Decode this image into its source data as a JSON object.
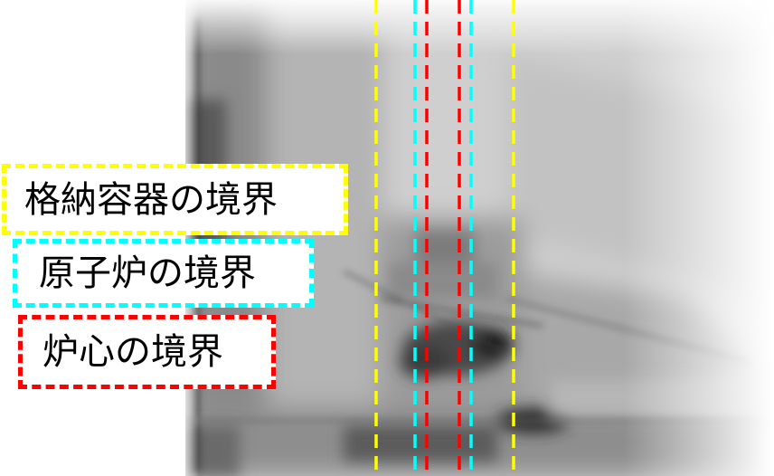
{
  "labels": {
    "containment_boundary": "格納容器の境界",
    "reactor_boundary": "原子炉の境界",
    "core_boundary": "炉心の境界"
  },
  "colors": {
    "containment": "#ffff00",
    "reactor": "#00ffff",
    "core": "#ff0000",
    "label_text": "#000000",
    "label_background": "#ffffff"
  }
}
